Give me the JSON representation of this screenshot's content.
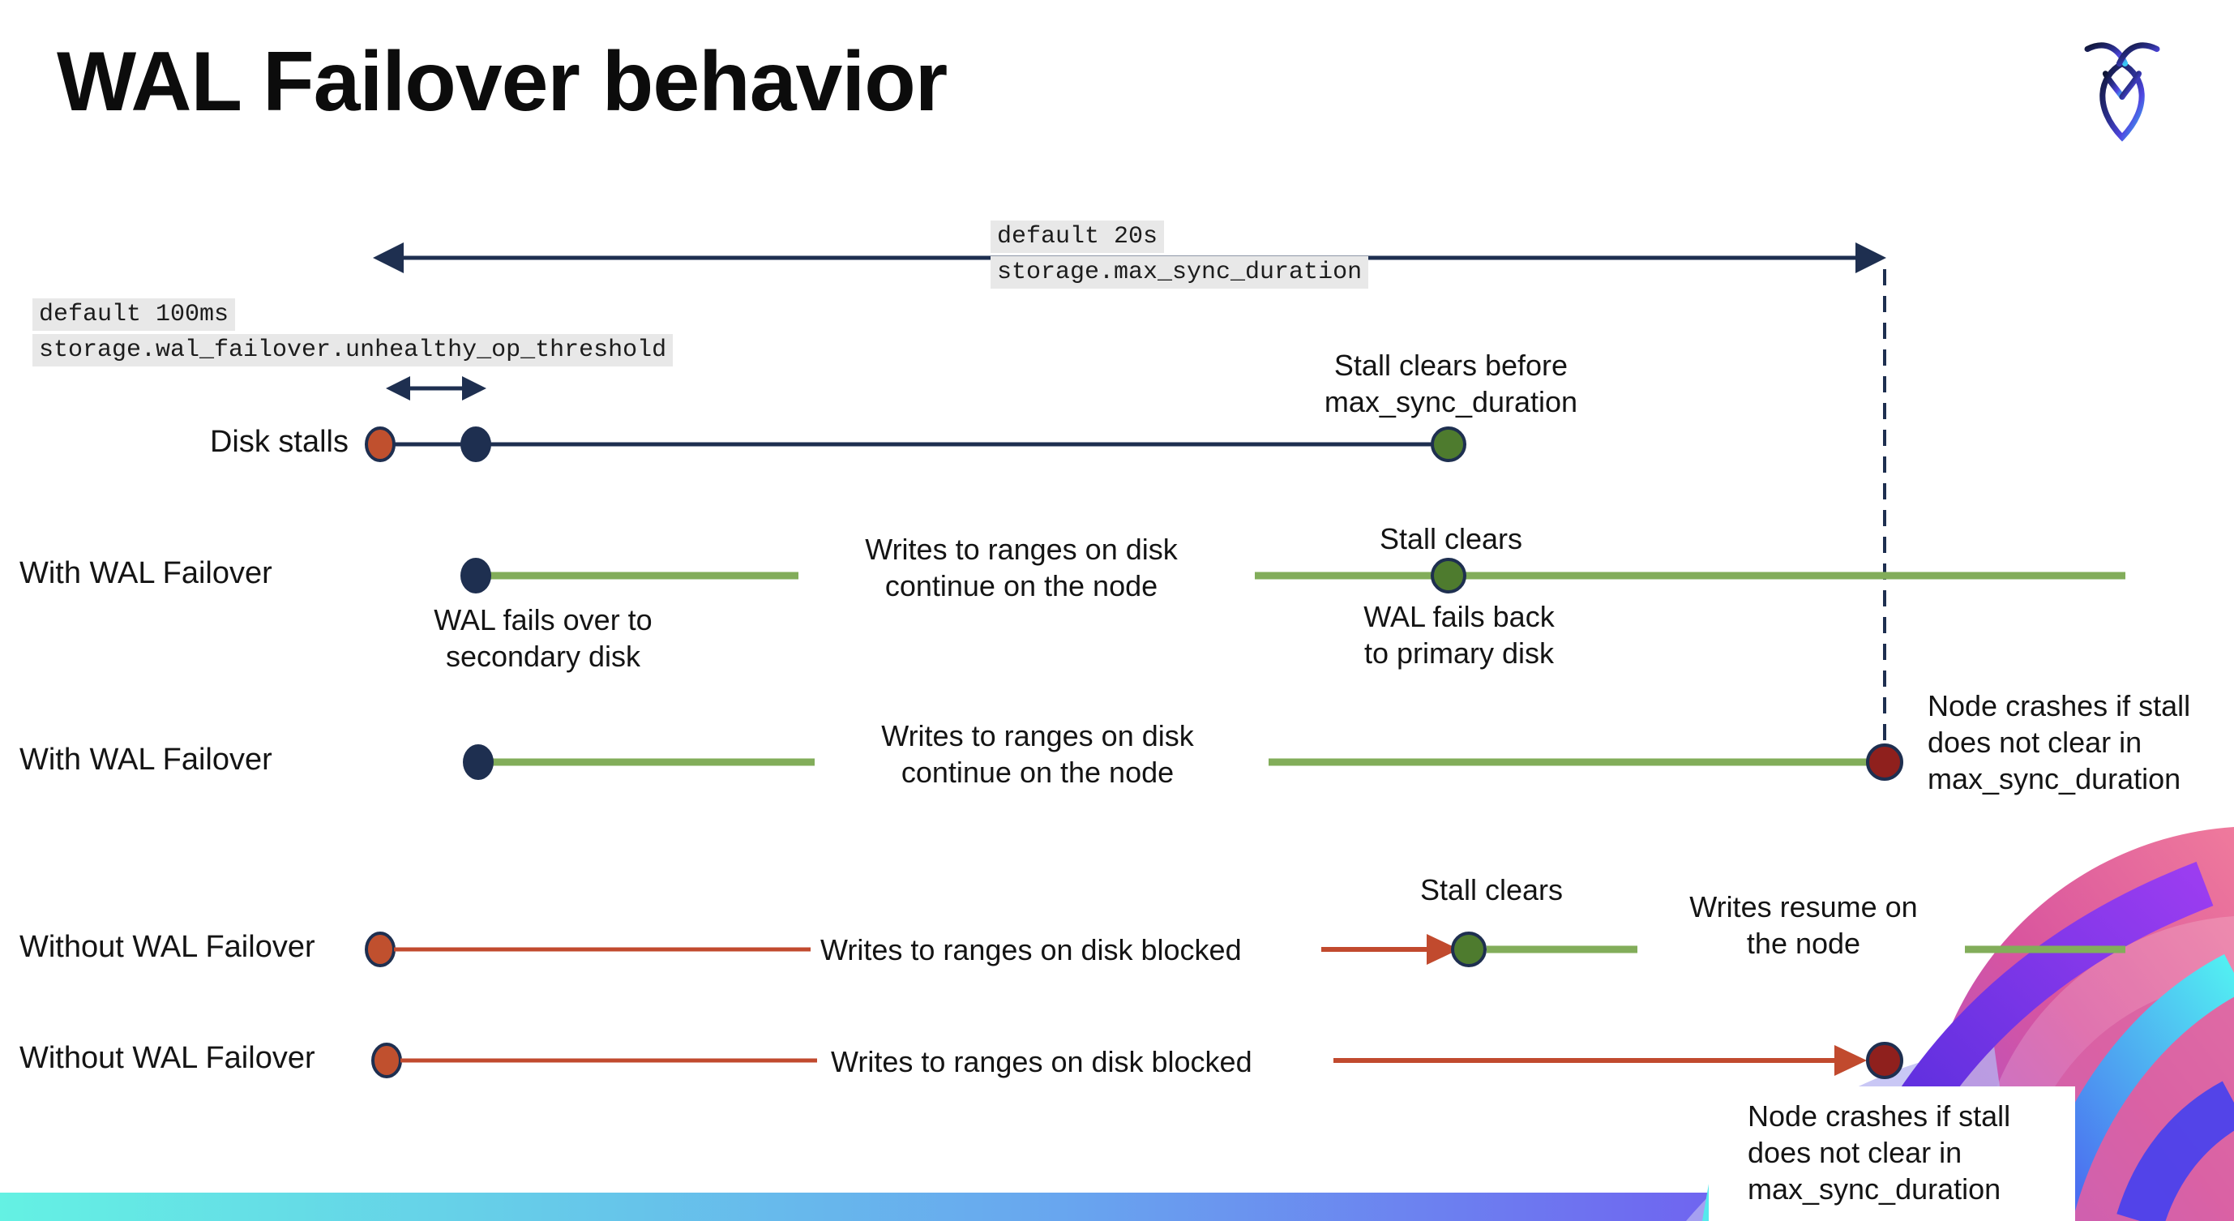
{
  "title": "WAL Failover behavior",
  "logo": "cockroach-mark",
  "settings": {
    "max_sync": {
      "default_label": "default 20s",
      "setting": "storage.max_sync_duration"
    },
    "unhealthy_op": {
      "default_label": "default 100ms",
      "setting": "storage.wal_failover.unhealthy_op_threshold"
    }
  },
  "rows": [
    {
      "label": "Disk stalls"
    },
    {
      "label": "With WAL Failover"
    },
    {
      "label": "With WAL Failover"
    },
    {
      "label": "Without WAL Failover"
    },
    {
      "label": "Without WAL Failover"
    }
  ],
  "annotations": {
    "stall_clears_before": "Stall clears before\nmax_sync_duration",
    "stall_clears": "Stall clears",
    "wal_fails_over": "WAL fails over to\nsecondary disk",
    "wal_fails_back": "WAL fails  back\nto primary disk",
    "writes_continue": "Writes to ranges on disk\ncontinue on the node",
    "writes_blocked": "Writes to ranges on disk  blocked",
    "writes_resume": "Writes resume on\nthe node",
    "node_crashes": "Node crashes if stall\ndoes not clear in\nmax_sync_duration"
  },
  "colors": {
    "navy": "#1e2f50",
    "green_line": "#82ad5a",
    "green_dot": "#4e7b2e",
    "red_line": "#c14a2e",
    "red_dot": "#c0502e",
    "dark_red_dot": "#8f201d",
    "code_background": "#e8e8e8",
    "footer_gradient": [
      "#64f1e3",
      "#68a5ef",
      "#7e4df2"
    ]
  }
}
